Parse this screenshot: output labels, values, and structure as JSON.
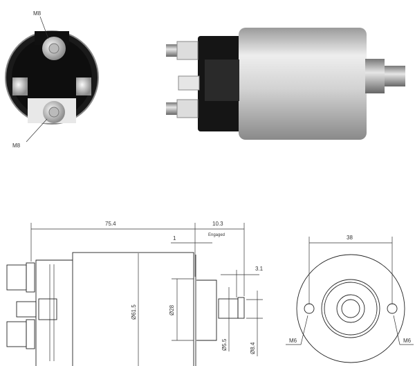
{
  "photo_labels": {
    "top_terminal": "M8",
    "bottom_terminal": "M8"
  },
  "side_view": {
    "overall_length": "75.4",
    "stroke": "10.3",
    "stroke_note": "Engaged",
    "gap": "1",
    "plunger_head": "3.1",
    "body_diameter": "Ø61.5",
    "flange_diameter": "Ø28",
    "shaft_diameter": "Ø5.5",
    "head_diameter": "Ø8.4"
  },
  "end_view": {
    "hole_spacing": "38",
    "left_thread": "M6",
    "right_thread": "M6"
  },
  "colors": {
    "line": "#222222",
    "body_silver": "#d9d9d9",
    "cap_black": "#151515"
  }
}
